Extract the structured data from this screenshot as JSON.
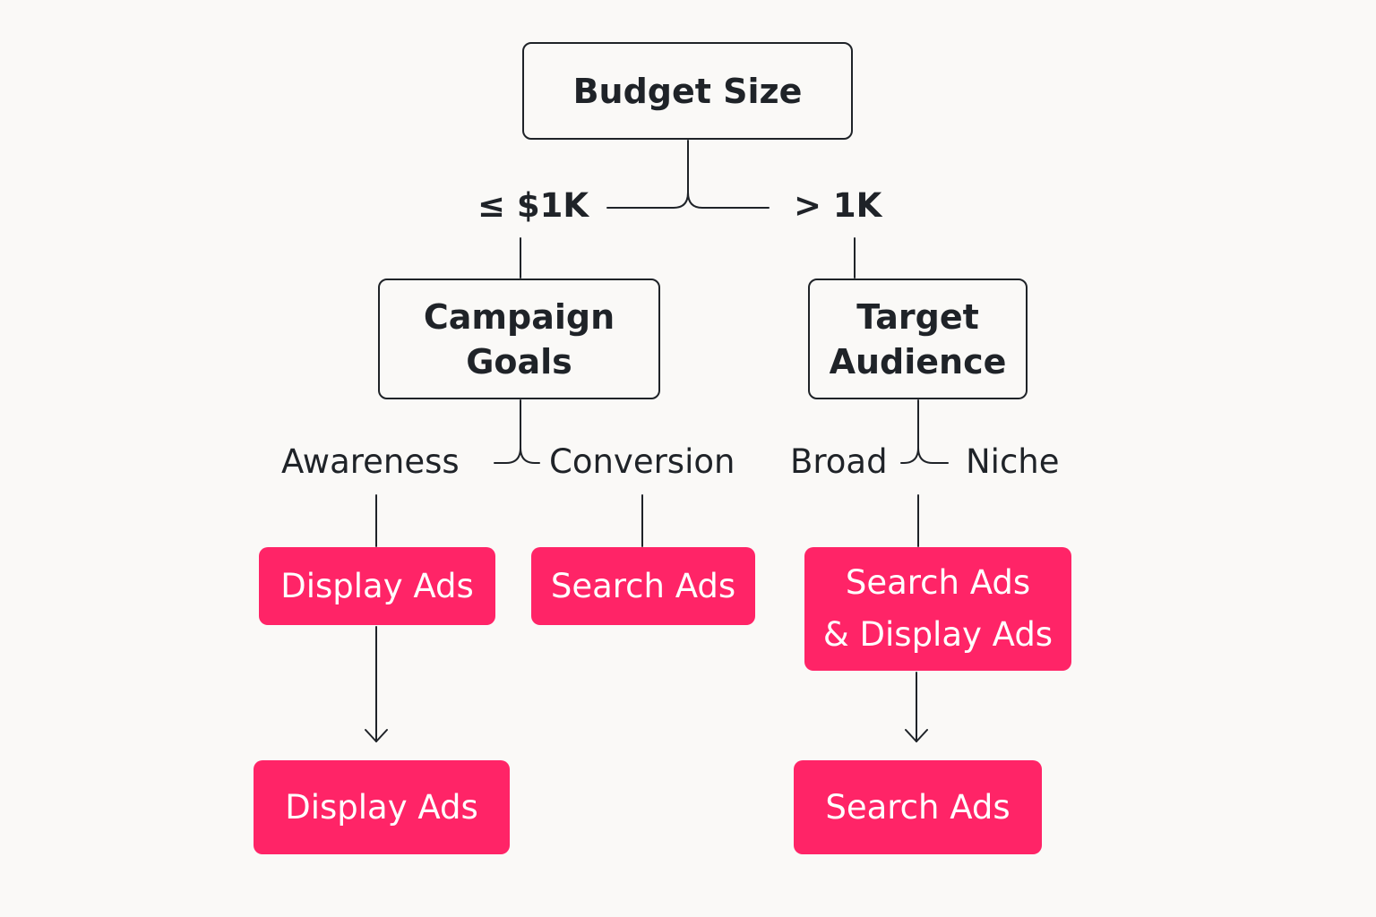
{
  "diagram": {
    "root": {
      "label": "Budget Size"
    },
    "budget_branches": {
      "low": "≤ $1K",
      "high": "> 1K"
    },
    "campaign_goals": {
      "label": "Campaign\nGoals",
      "branches": {
        "left": "Awareness",
        "right": "Conversion"
      }
    },
    "target_audience": {
      "label": "Target\nAudience",
      "branches": {
        "left": "Broad",
        "right": "Niche"
      }
    },
    "outcomes": {
      "awareness": "Display Ads",
      "conversion": "Search Ads",
      "broad_niche": "Search Ads\n& Display Ads",
      "awareness_final": "Display Ads",
      "audience_final": "Search Ads"
    }
  },
  "colors": {
    "outcome_fill": "#ff2467",
    "outcome_text": "#ffffff",
    "line": "#1f2328",
    "background": "#faf9f7"
  }
}
